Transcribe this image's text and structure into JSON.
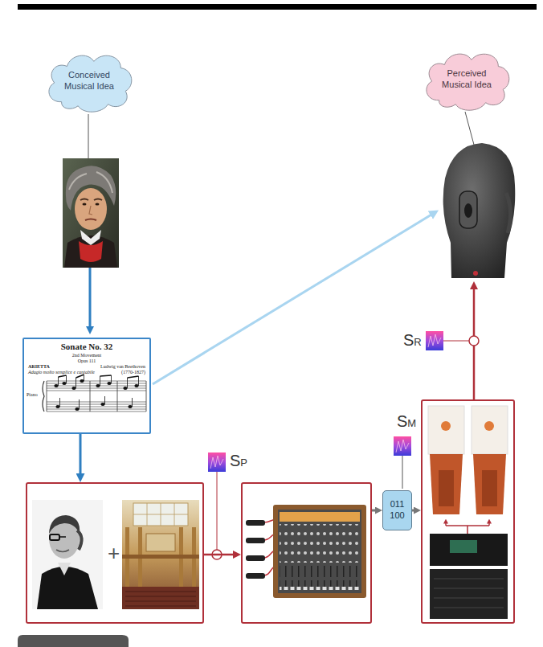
{
  "diagram": {
    "nodes": [
      {
        "text": [
          "Conceived Musical Idea"
        ]
      },
      {
        "text": [
          "Perceived Musical Idea"
        ]
      },
      {
        "text": [
          "Sonate No. 32",
          "2nd Movement",
          "Opus 111",
          "ARIETTA",
          "Adagio molto semplice e cantabile",
          "Ludwig van Beethoven",
          "(1770-1827)",
          "Piano"
        ]
      },
      {
        "text": [
          "+"
        ]
      },
      {
        "text": []
      },
      {
        "text": [
          "011 100"
        ]
      },
      {
        "text": []
      }
    ],
    "edges": [
      {
        "from": 2,
        "to": 3,
        "arrow": "to"
      },
      {
        "from": 3,
        "to": 4,
        "arrow": "to"
      },
      {
        "from": 4,
        "to": 5,
        "arrow": "to"
      },
      {
        "from": 5,
        "to": 6,
        "arrow": "to"
      }
    ],
    "labels": [
      "SP",
      "SM",
      "SR"
    ]
  }
}
